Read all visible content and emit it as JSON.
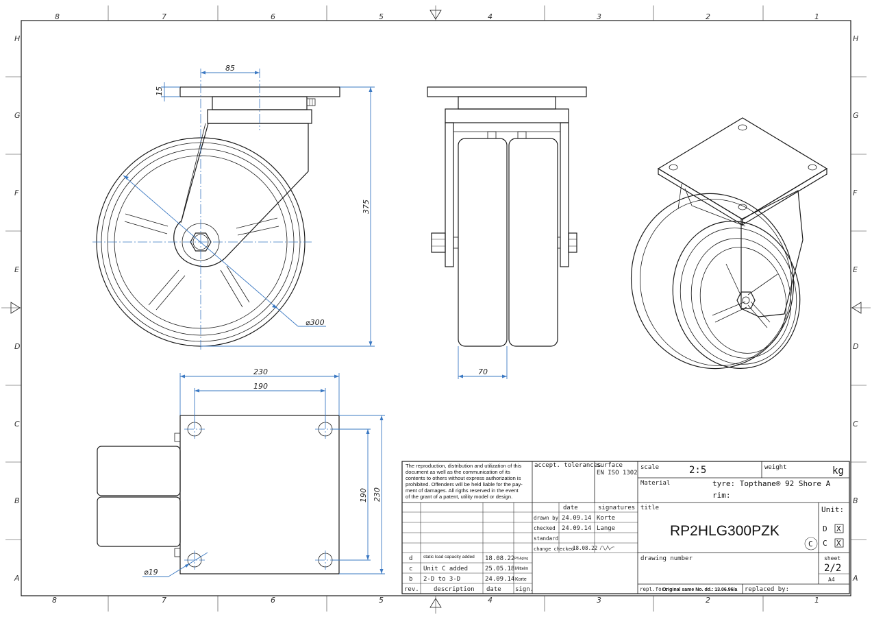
{
  "frame": {
    "columns": [
      "8",
      "7",
      "6",
      "5",
      "4",
      "3",
      "2",
      "1"
    ],
    "rows": [
      "H",
      "G",
      "F",
      "E",
      "D",
      "C",
      "B",
      "A"
    ]
  },
  "dimensions": {
    "offset": "85",
    "plate_thickness": "15",
    "height": "375",
    "wheel_diameter": "⌀300",
    "wheel_width": "70",
    "plate_width": "230",
    "hole_spacing_x": "190",
    "hole_spacing_y": "190",
    "plate_length": "230",
    "hole_diameter": "⌀19"
  },
  "title_block": {
    "copyright": [
      "The reproduction, distribution and utilization of this",
      "document as well as the communication of its",
      "contents to others without express authorization is",
      "prohibited. Offenders will be held liable for the pay-",
      "ment of damages. All rigths reserved in the event",
      "of the grant of a patent, utility model or design."
    ],
    "accept_tolerances_label": "accept. tolerances",
    "surface_label": "surface",
    "surface_value": "EN ISO 1302",
    "scale_label": "scale",
    "scale_value": "2:5",
    "weight_label": "weight",
    "weight_unit": "kg",
    "material_label": "Material",
    "material_tyre": "tyre: Topthane® 92 Shore A",
    "material_rim": "rim:",
    "date_header": "date",
    "signatures_header": "signatures",
    "drawn_by_label": "drawn by",
    "drawn_by_date": "24.09.14",
    "drawn_by_name": "Korte",
    "checked_label": "checked",
    "checked_date": "24.09.14",
    "checked_name": "Lange",
    "standard_label": "standard",
    "change_checked_label": "change checked",
    "change_checked_date": "18.08.22",
    "title_label": "title",
    "title_value": "RP2HLG300PZK",
    "unit_label": "Unit:",
    "unit_options": [
      {
        "letter": "D",
        "mark": "X"
      },
      {
        "letter": "C",
        "mark": "X"
      }
    ],
    "unit_marker": "C",
    "drawing_number_label": "drawing number",
    "sheet_label": "sheet",
    "sheet_value": "2/2",
    "format": "A4",
    "repl_for_label": "repl.for:",
    "repl_for_value": "Original same No. dd.: 13.06.96/a",
    "replaced_by_label": "replaced by:",
    "revisions": [
      {
        "rev": "d",
        "description": "static load capacity added",
        "date": "18.08.22",
        "sign": "Pfl.&ging"
      },
      {
        "rev": "c",
        "description": "Unit C added",
        "date": "25.05.18",
        "sign": "Mittelm"
      },
      {
        "rev": "b",
        "description": "2-D to 3-D",
        "date": "24.09.14",
        "sign": "Korte"
      }
    ],
    "rev_header": "rev.",
    "description_header": "description",
    "rev_date_header": "date",
    "sign_header": "sign."
  }
}
